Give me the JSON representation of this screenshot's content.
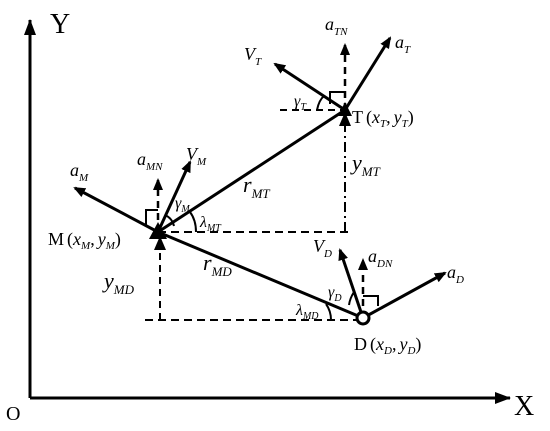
{
  "axes": {
    "origin": "O",
    "x_axis": "X",
    "y_axis": "Y"
  },
  "points": {
    "target": {
      "letter": "T",
      "x_sym": "x",
      "x_sub": "T",
      "y_sym": "y",
      "y_sub": "T"
    },
    "missile": {
      "letter": "M",
      "x_sym": "x",
      "x_sub": "M",
      "y_sym": "y",
      "y_sub": "M"
    },
    "defender": {
      "letter": "D",
      "x_sym": "x",
      "x_sub": "D",
      "y_sym": "y",
      "y_sub": "D"
    }
  },
  "vectors": {
    "v_t": {
      "sym": "V",
      "sub": "T"
    },
    "a_tn": {
      "sym": "a",
      "sub": "TN"
    },
    "a_t": {
      "sym": "a",
      "sub": "T"
    },
    "v_m": {
      "sym": "V",
      "sub": "M"
    },
    "a_mn": {
      "sym": "a",
      "sub": "MN"
    },
    "a_m": {
      "sym": "a",
      "sub": "M"
    },
    "v_d": {
      "sym": "V",
      "sub": "D"
    },
    "a_dn": {
      "sym": "a",
      "sub": "DN"
    },
    "a_d": {
      "sym": "a",
      "sub": "D"
    }
  },
  "distances": {
    "r_mt": {
      "sym": "r",
      "sub": "MT"
    },
    "r_md": {
      "sym": "r",
      "sub": "MD"
    },
    "y_mt": {
      "sym": "y",
      "sub": "MT"
    },
    "y_md": {
      "sym": "y",
      "sub": "MD"
    }
  },
  "angles": {
    "gamma_t": {
      "sym": "γ",
      "sub": "T"
    },
    "gamma_m": {
      "sym": "γ",
      "sub": "M"
    },
    "gamma_d": {
      "sym": "γ",
      "sub": "D"
    },
    "lambda_mt": {
      "sym": "λ",
      "sub": "MT"
    },
    "lambda_md": {
      "sym": "λ",
      "sub": "MD"
    }
  },
  "punctuation": {
    "open": "(",
    "comma": ",",
    "close": ")"
  }
}
